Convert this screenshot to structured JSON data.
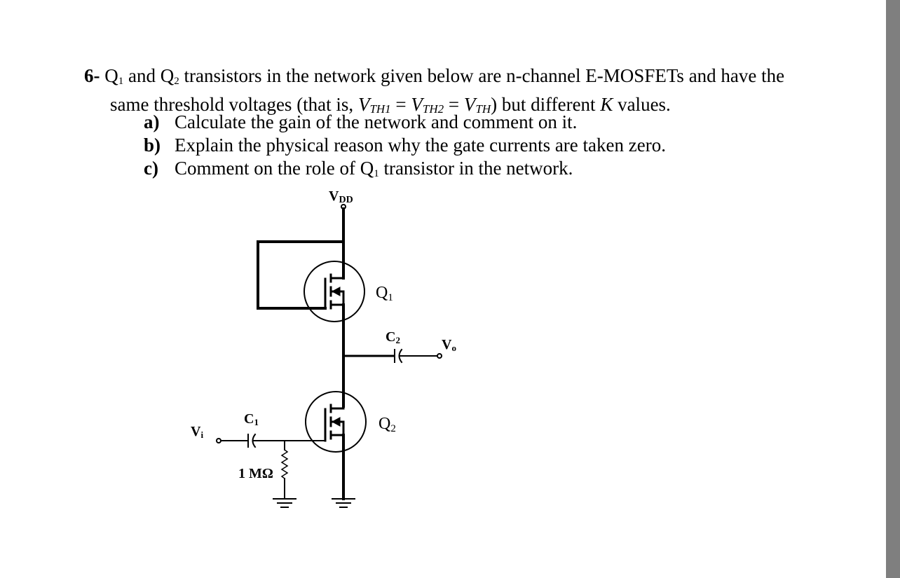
{
  "question": {
    "number": "6-",
    "q1_base": "Q",
    "q1_sub": "1",
    "and": " and ",
    "q2_base": "Q",
    "q2_sub": "2",
    "line1_rest": " transistors in the network given below are n-channel E-MOSFETs and have the",
    "line2_pre": "same threshold voltages (that is, ",
    "v_base": "V",
    "vth1_sub": "TH1",
    "vth2_sub": "TH2",
    "vth_sub": "TH",
    "equals": " = ",
    "line2_close": ") but different ",
    "k_var": "K",
    "line2_end": " values."
  },
  "parts": [
    {
      "label": "a)",
      "text": "Calculate the gain of the network and comment on it."
    },
    {
      "label": "b)",
      "text": "Explain the physical reason why the gate currents are taken zero."
    },
    {
      "label": "c)",
      "text_pre": "Comment on the role of Q",
      "q_sub": "1",
      "text_post": " transistor in the network."
    }
  ],
  "circuit": {
    "vdd_base": "V",
    "vdd_sub": "DD",
    "q1_base": "Q",
    "q1_sub": "1",
    "q2_base": "Q",
    "q2_sub": "2",
    "c1_base": "C",
    "c1_sub": "1",
    "c2_base": "C",
    "c2_sub": "2",
    "vi_base": "V",
    "vi_sub": "i",
    "vo_base": "V",
    "vo_sub": "o",
    "resistor": "1 MΩ"
  }
}
